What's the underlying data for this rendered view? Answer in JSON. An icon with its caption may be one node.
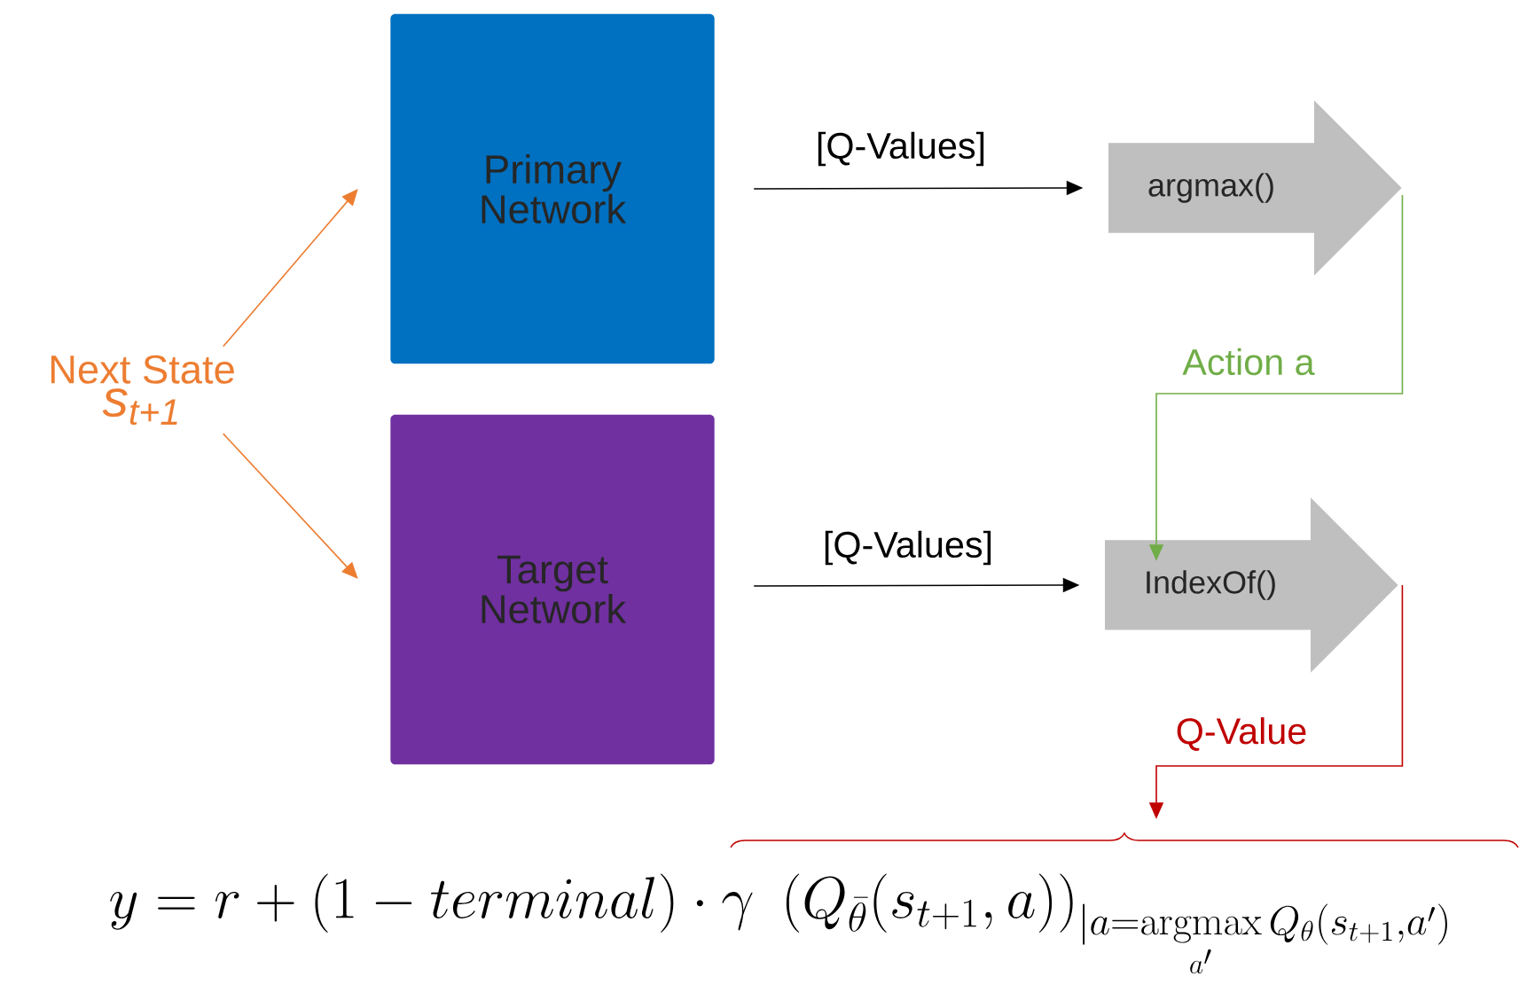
{
  "diagram": {
    "nodes": [
      {
        "text": [
          "Next State",
          "s$_{t+1}$"
        ]
      },
      {
        "text": [
          "Primary Network"
        ]
      },
      {
        "text": [
          "Target Network"
        ]
      },
      {
        "text": [
          "argmax()"
        ]
      },
      {
        "text": [
          "IndexOf()"
        ]
      },
      {
        "text": [
          "y = r + (1 - terminal) \\cdot \\gamma\\ \\left(Q_{\\bar{\\theta}}(s_{t+1}, a)\\right)_{|a=\\mathop{\\mathrm{argmax}}\\limits_{a'} Q_{\\theta}(s_{t+1}, a')}"
        ]
      }
    ],
    "edges": [
      {
        "from": 0,
        "to": 1,
        "arrow": "to",
        "color": "#ed7d31"
      },
      {
        "from": 0,
        "to": 2,
        "arrow": "to",
        "color": "#ed7d31"
      },
      {
        "from": 1,
        "to": 3,
        "arrow": "to",
        "label": "[Q-Values]",
        "color": "#000000"
      },
      {
        "from": 2,
        "to": 4,
        "arrow": "to",
        "label": "[Q-Values]",
        "color": "#000000"
      },
      {
        "from": 3,
        "to": 4,
        "arrow": "to",
        "label": "Action a",
        "color": "#70ad47"
      },
      {
        "from": 4,
        "to": 5,
        "arrow": "to",
        "label": "Q-Value",
        "color": "#c00000"
      }
    ]
  }
}
